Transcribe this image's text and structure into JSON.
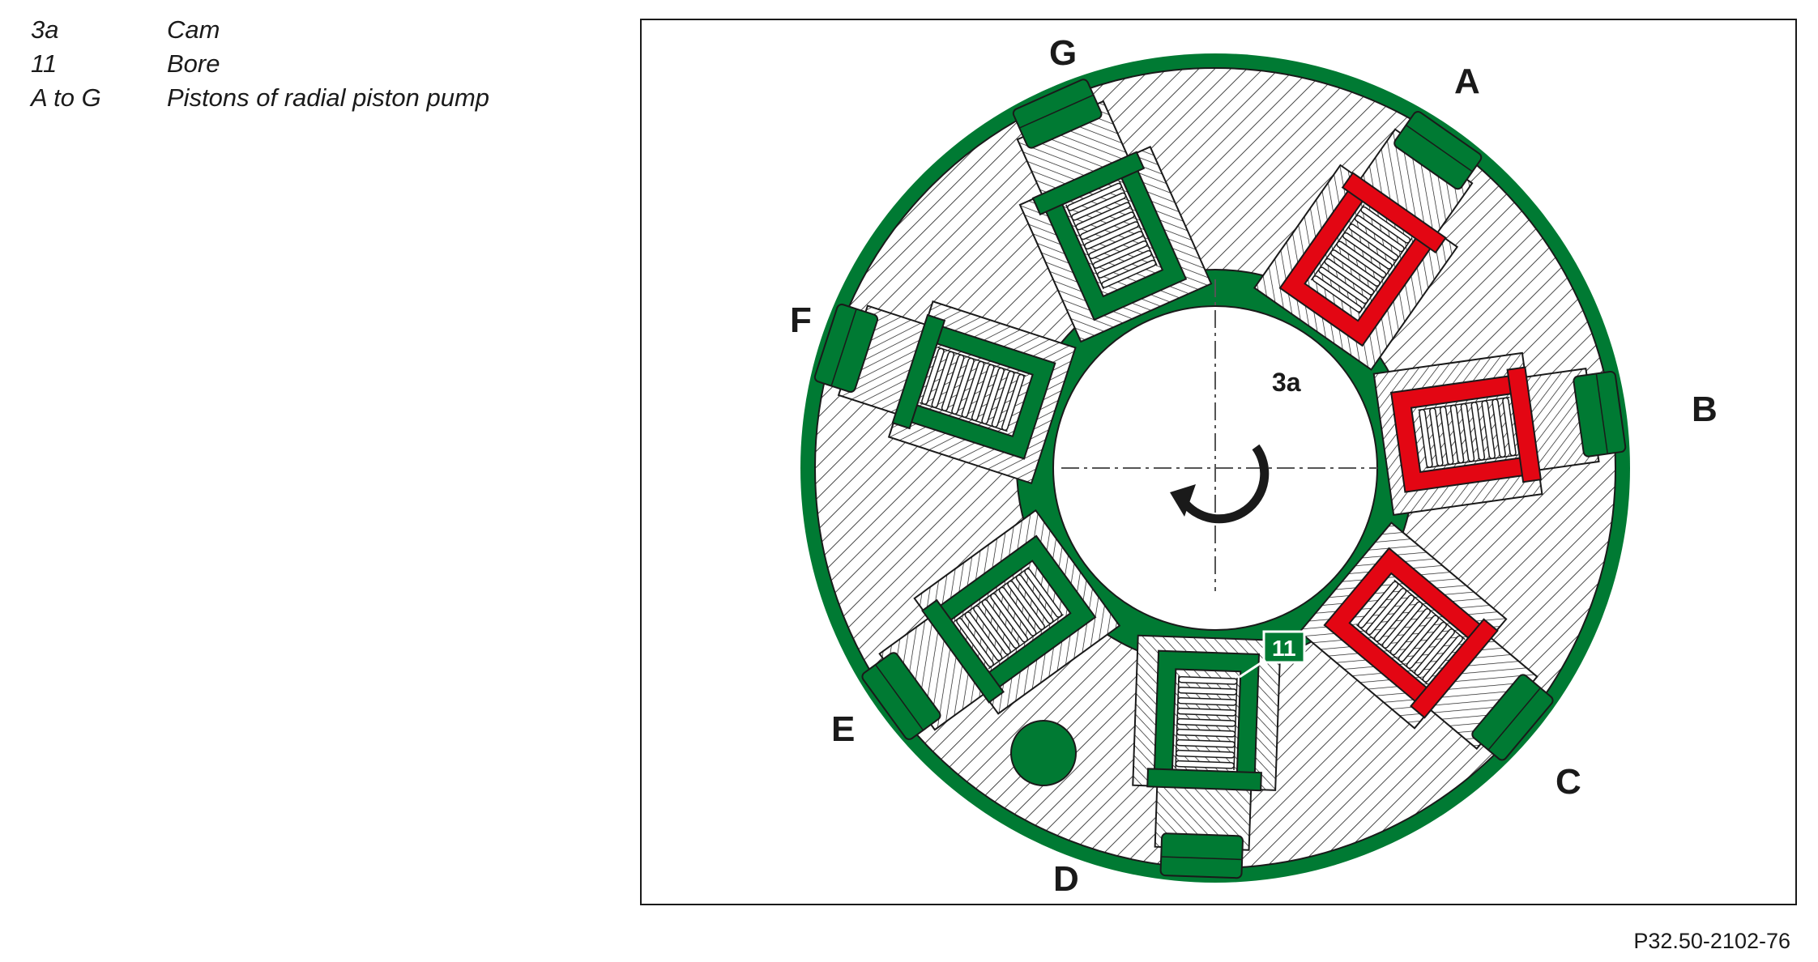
{
  "legend": [
    {
      "key": "3a",
      "desc": "Cam"
    },
    {
      "key": "11",
      "desc": "Bore"
    },
    {
      "key": "A to G",
      "desc": "Pistons of radial piston pump"
    }
  ],
  "diagram": {
    "cam_label": "3a",
    "bore_label": "11",
    "pistons": [
      {
        "id": "A",
        "state": "delivery"
      },
      {
        "id": "B",
        "state": "delivery"
      },
      {
        "id": "C",
        "state": "delivery"
      },
      {
        "id": "D",
        "state": "intake"
      },
      {
        "id": "E",
        "state": "intake"
      },
      {
        "id": "F",
        "state": "intake"
      },
      {
        "id": "G",
        "state": "intake"
      }
    ],
    "colors": {
      "green": "#007a33",
      "red": "#e30613",
      "hatch": "#1a1a1a"
    }
  },
  "caption": "P32.50-2102-76"
}
